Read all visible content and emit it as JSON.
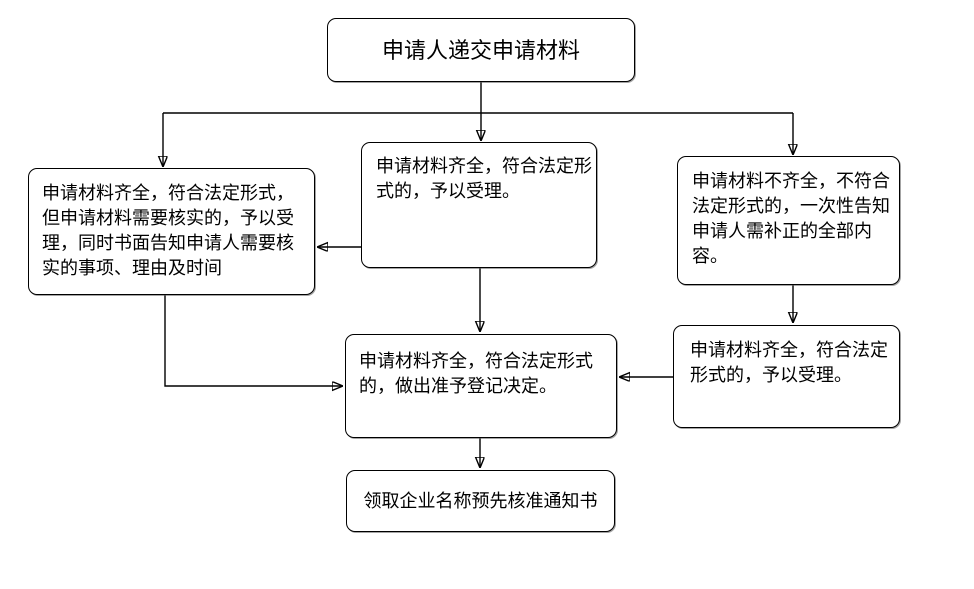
{
  "diagram": {
    "background_color": "#ffffff",
    "line_color": "#000000",
    "text_color": "#000000",
    "box_fill": "#ffffff",
    "nodes": {
      "start": {
        "lines": [
          "申请人递交申请材料"
        ]
      },
      "left": {
        "lines": [
          "申请材料齐全，符合法定形式，",
          "但申请材料需要核实的，予以受",
          "理，同时书面告知申请人需要核",
          "实的事项、理由及时间"
        ]
      },
      "center": {
        "lines": [
          "申请材料齐全，符合法定形",
          "式的，予以受理。"
        ]
      },
      "right": {
        "lines": [
          "申请材料不齐全，不符合",
          "法定形式的，一次性告知",
          "申请人需补正的全部内",
          "容。"
        ]
      },
      "right2": {
        "lines": [
          "申请材料齐全，符合法定",
          "形式的，予以受理。"
        ]
      },
      "decision": {
        "lines": [
          "申请材料齐全，符合法定形式",
          "的，做出准予登记决定。"
        ]
      },
      "end": {
        "lines": [
          "领取企业名称预先核准通知书"
        ]
      }
    }
  }
}
